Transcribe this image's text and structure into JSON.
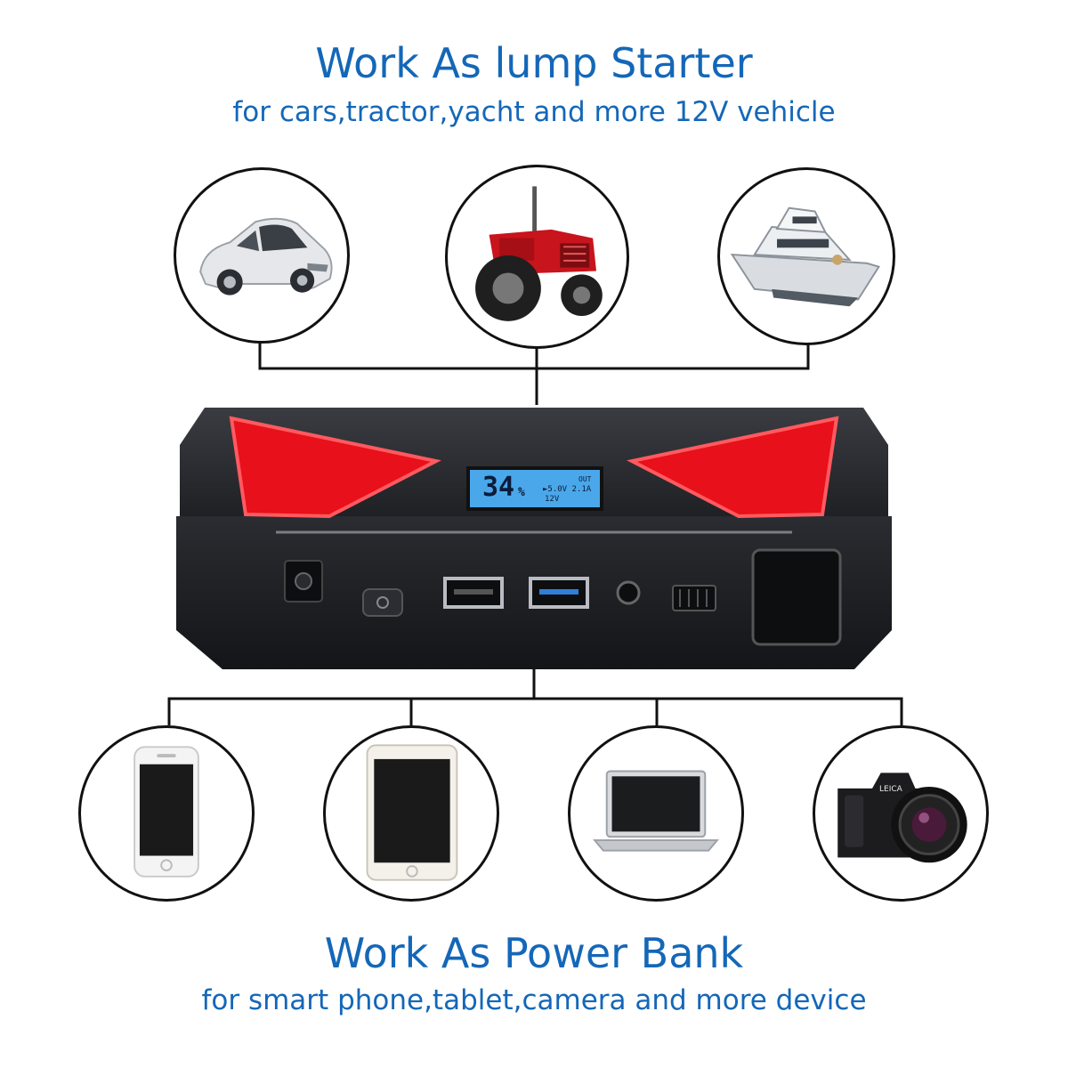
{
  "top": {
    "title": "Work As lump Starter",
    "subtitle": "for cars,tractor,yacht and more 12V vehicle"
  },
  "bottom": {
    "title": "Work As Power Bank",
    "subtitle": "for smart phone,tablet,camera and more device"
  },
  "vehicles": [
    {
      "icon": "sports-car-icon"
    },
    {
      "icon": "tractor-icon"
    },
    {
      "icon": "yacht-icon"
    }
  ],
  "devices": [
    {
      "icon": "smartphone-icon"
    },
    {
      "icon": "tablet-icon"
    },
    {
      "icon": "laptop-icon"
    },
    {
      "icon": "camera-icon"
    }
  ],
  "camera": {
    "brand": "LEICA"
  },
  "lcd": {
    "percent": "34",
    "percent_sign": "%",
    "out_label": "OUT",
    "usb_reading": "►5.0V 2.1A",
    "volt_label": "12V"
  },
  "colors": {
    "text_blue": "#1467b8",
    "device_red": "#e8101a",
    "device_body": "#2b2d33",
    "lcd_blue": "#4aa8ea",
    "usb_blue": "#2f7fd8"
  }
}
